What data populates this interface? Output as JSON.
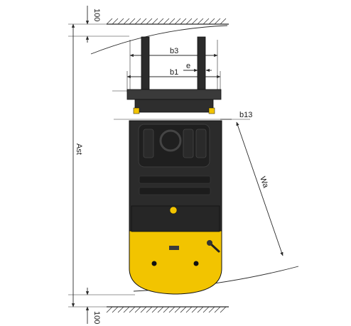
{
  "diagram": {
    "labels": {
      "top_clearance": "100",
      "bottom_clearance": "100",
      "aisle_width": "Ast",
      "turning_radius": "Wa",
      "fork_carriage_width": "b3",
      "fork_outer_width": "b1",
      "fork_width": "e",
      "width_across_forks": "b13"
    },
    "colors": {
      "truck_body": "#2b2b2b",
      "counterweight": "#f2c400",
      "line": "#2a2a2a",
      "background": "#ffffff"
    }
  }
}
